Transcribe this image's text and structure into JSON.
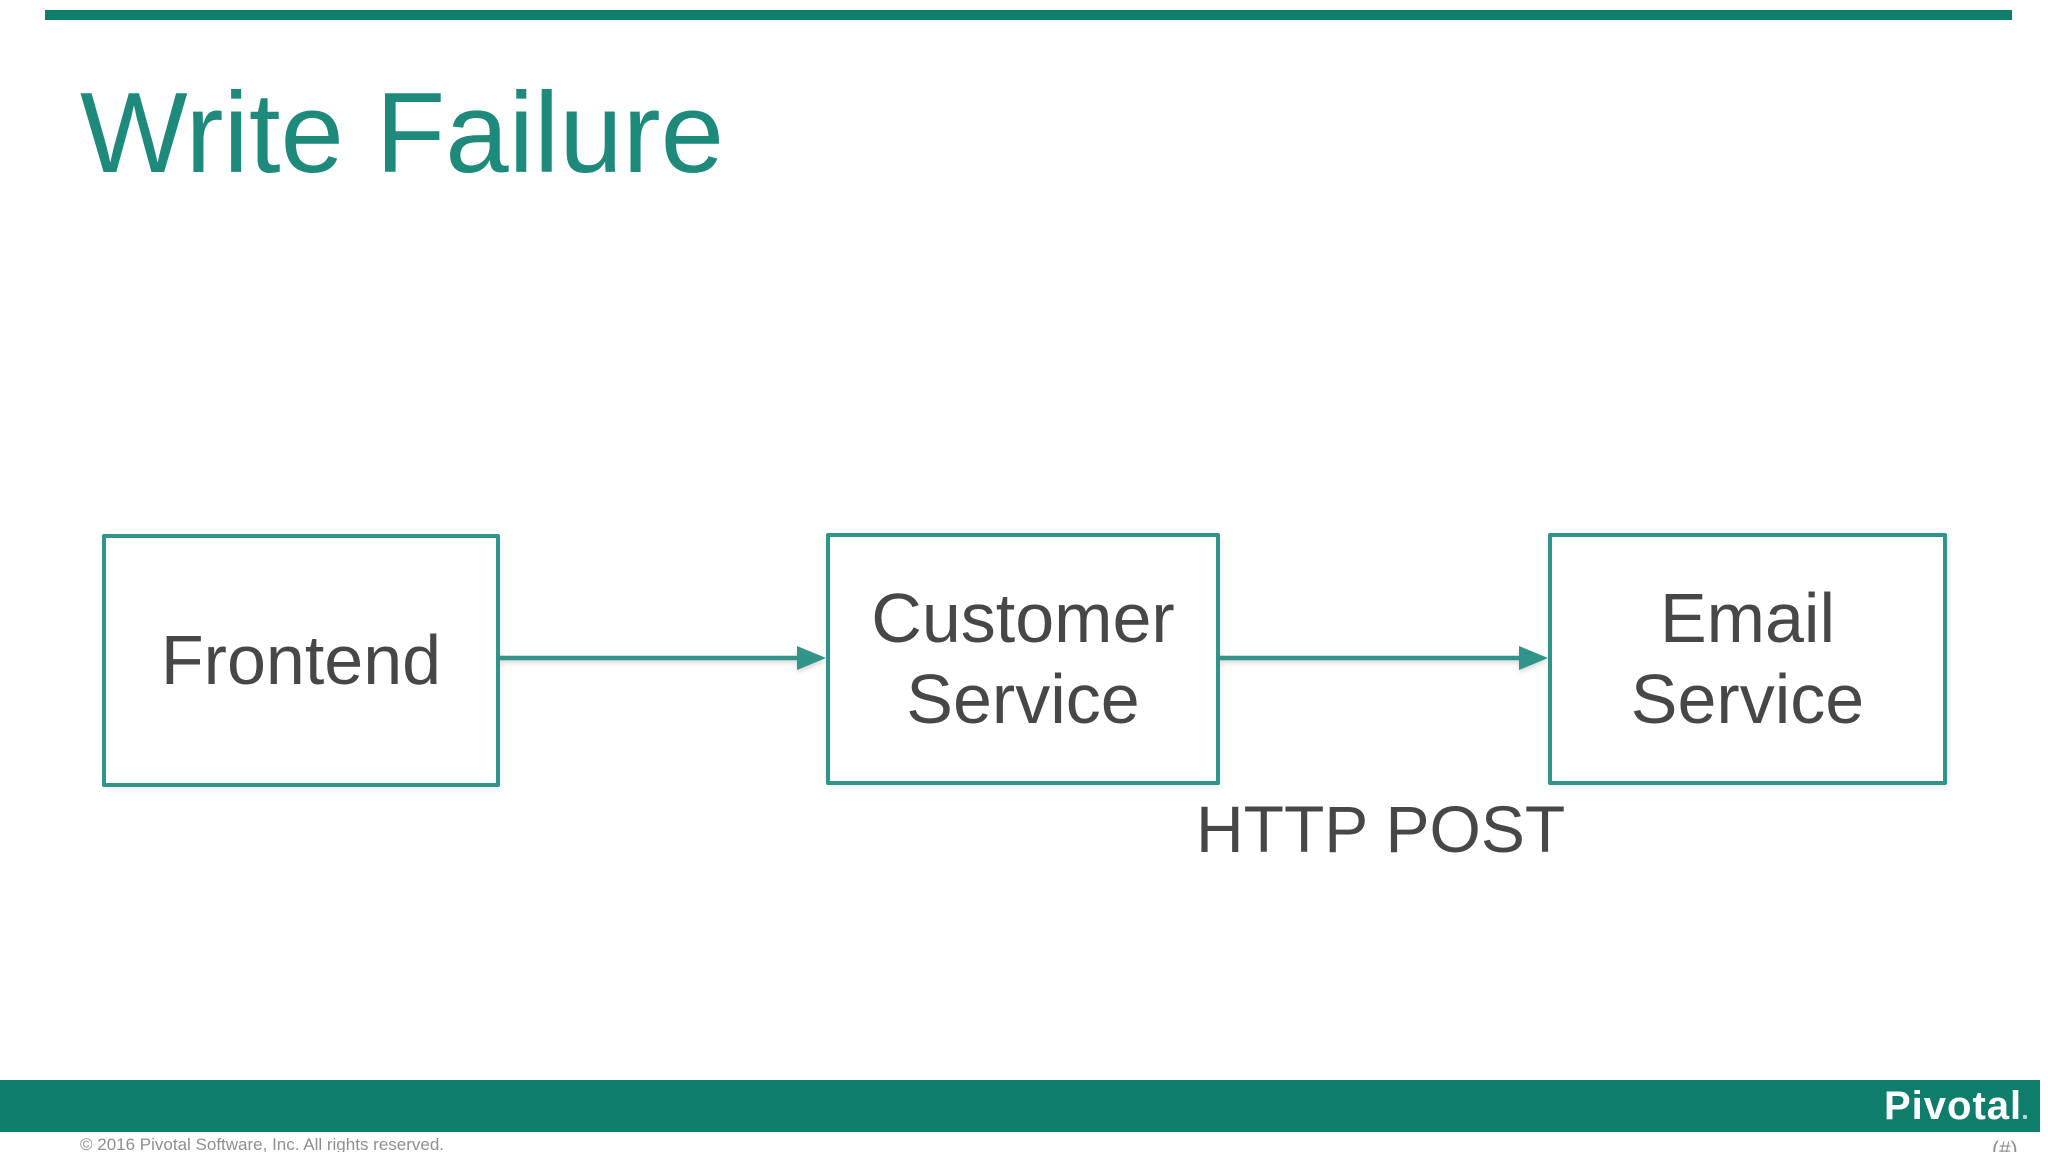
{
  "slide": {
    "title": "Write Failure",
    "diagram": {
      "nodes": [
        {
          "id": "frontend",
          "label": "Frontend"
        },
        {
          "id": "customer-service",
          "label": "Customer Service"
        },
        {
          "id": "email-service",
          "label": "Email Service"
        }
      ],
      "arrows": [
        {
          "from": "frontend",
          "to": "customer-service"
        },
        {
          "from": "customer-service",
          "to": "email-service"
        }
      ],
      "arrow_label": "HTTP POST"
    },
    "footer": {
      "logo_text": "Pivotal",
      "copyright": "© 2016 Pivotal Software, Inc.  All rights reserved.",
      "slide_number": "(#)"
    },
    "colors": {
      "title": "#1d8a7b",
      "shapes": "#2f9489",
      "footer_bar": "#0e7d6c",
      "body_text": "#474747",
      "muted_text": "#8f8f8f"
    }
  }
}
